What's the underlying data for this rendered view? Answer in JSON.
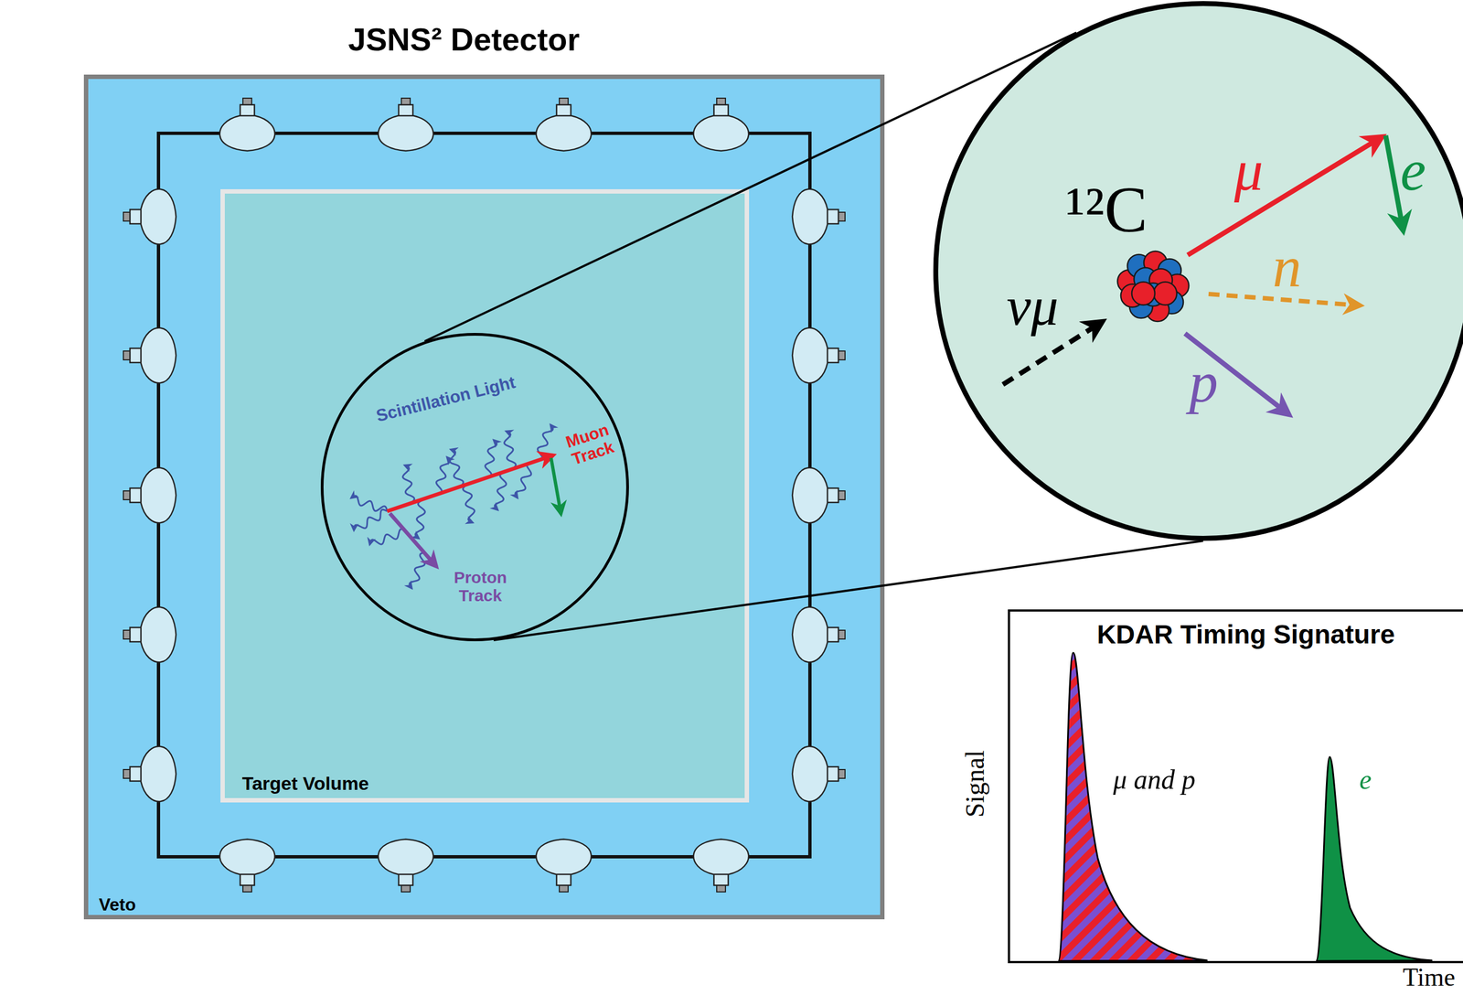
{
  "diagram": {
    "title": "JSNS² Detector",
    "nodes": [
      {
        "text": [
          "Veto"
        ]
      },
      {
        "text": [
          "Target Volume"
        ],
        "in": 0
      },
      {
        "text": [
          "Scintillation Light",
          "Muon Track",
          "Proton Track"
        ],
        "in": 1
      },
      {
        "text": [
          "¹²C",
          "νμ",
          "μ",
          "e",
          "n",
          "p"
        ]
      },
      {
        "text": [
          "KDAR Timing Signature",
          "μ and p",
          "e"
        ]
      }
    ],
    "edges": [
      {
        "from": 2,
        "to": 3,
        "arrow": "none"
      }
    ],
    "labels": [
      "Signal",
      "Time"
    ]
  }
}
